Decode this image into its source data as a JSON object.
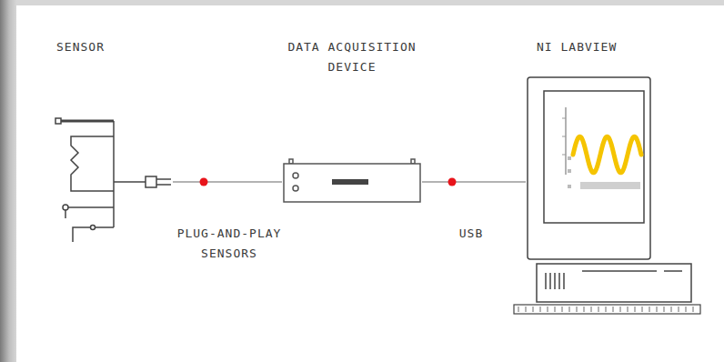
{
  "diagram": {
    "nodes": [
      {
        "text": [
          "SENSOR"
        ]
      },
      {
        "text": [
          "DATA ACQUISITION DEVICE"
        ]
      },
      {
        "text": [
          "NI LABVIEW"
        ]
      }
    ],
    "edges": [
      {
        "from": 0,
        "to": 1,
        "arrow": "none",
        "label": "PLUG-AND-PLAY SENSORS"
      },
      {
        "from": 1,
        "to": 2,
        "arrow": "none",
        "label": "USB"
      }
    ]
  }
}
